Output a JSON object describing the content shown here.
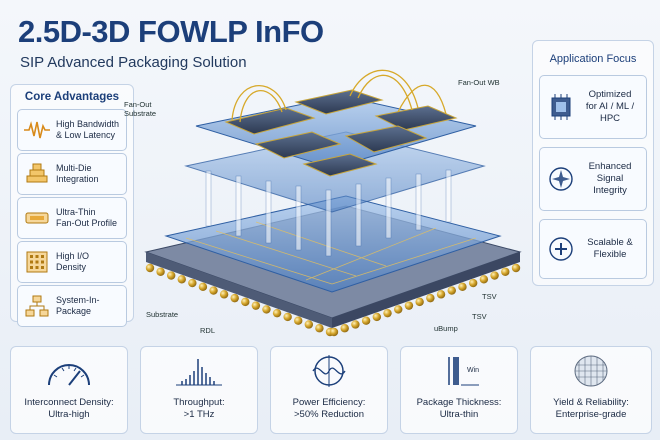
{
  "header": {
    "title": "2.5D-3D FOWLP InFO",
    "subtitle": "SIP Advanced Packaging Solution"
  },
  "left": {
    "title": "Core Advantages",
    "items": [
      {
        "line1": "High Bandwidth",
        "line2": "& Low Latency",
        "icon": "waveform-icon"
      },
      {
        "line1": "Multi-Die",
        "line2": "Integration",
        "icon": "stacked-dies-icon"
      },
      {
        "line1": "Ultra-Thin",
        "line2": "Fan-Out Profile",
        "icon": "thin-layer-icon"
      },
      {
        "line1": "High I/O",
        "line2": "Density",
        "icon": "grid-icon"
      },
      {
        "line1": "System-In-",
        "line2": "Package",
        "icon": "network-icon"
      }
    ]
  },
  "right": {
    "title": "Application Focus",
    "items": [
      {
        "line1": "Optimized",
        "line2": "for AI / ML /",
        "line3": "HPC",
        "icon": "processor-icon"
      },
      {
        "line1": "Enhanced",
        "line2": "Signal",
        "line3": "Integrity",
        "icon": "signal-icon"
      },
      {
        "line1": "Scalable &",
        "line2": "Flexible",
        "line3": "",
        "icon": "scale-icon"
      }
    ]
  },
  "callouts": {
    "fanout_substrate_1": "Fan-Out",
    "fanout_substrate_2": "Substrate",
    "fanout_wb": "Fan-Out WB",
    "substrate": "Substrate",
    "rdl": "RDL",
    "tsv1": "TSV",
    "tsv2": "TSV",
    "ubump": "uBump"
  },
  "bottom": [
    {
      "line1": "Interconnect Density:",
      "line2": "Ultra-high",
      "icon": "gauge-icon"
    },
    {
      "line1": "Throughput:",
      "line2": ">1 THz",
      "icon": "spectrum-icon"
    },
    {
      "line1": "Power Efficiency:",
      "line2": ">50% Reduction",
      "icon": "power-icon"
    },
    {
      "line1": "Package Thickness:",
      "line2": "Ultra-thin",
      "icon": "thickness-icon",
      "tag": "Win"
    },
    {
      "line1": "Yield & Reliability:",
      "line2": "Enterprise-grade",
      "icon": "wafer-icon"
    }
  ]
}
